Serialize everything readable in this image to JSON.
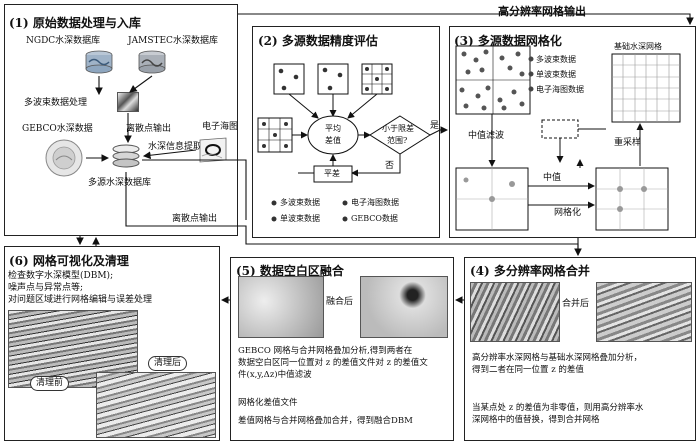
{
  "top_label": "高分辨率网格输出",
  "panel1": {
    "title": "(1) 原始数据处理与入库",
    "ngdc": "NGDC水深数据库",
    "jamstec": "JAMSTEC水深数据库",
    "multibeam_proc": "多波束数据处理",
    "gebco": "GEBCO水深数据",
    "discrete_out": "离散点输出",
    "e_chart": "电子海图",
    "depth_extract": "水深信息提取",
    "db": "多源水深数据库",
    "discrete_out2": "离散点输出"
  },
  "panel2": {
    "title": "(2) 多源数据精度评估",
    "avg_diff": [
      "平均",
      "差值"
    ],
    "threshold": [
      "小于限差",
      "范围?"
    ],
    "yes": "是",
    "no": "否",
    "adjust": "平差",
    "legend": [
      "多波束数据",
      "电子海图数据",
      "单波束数据",
      "GEBCO数据"
    ]
  },
  "panel3": {
    "title": "(3) 多源数据网格化",
    "legend": [
      "多波束数据",
      "单波束数据",
      "电子海图数据"
    ],
    "base_grid": "基础水深网格",
    "median_filter": "中值滤波",
    "filter": "滤波",
    "resample": "重采样",
    "median": "中值",
    "gridding": "网格化"
  },
  "panel4": {
    "title": "(4) 多分辨率网格合并",
    "merged": "合并后",
    "text": [
      "高分辨率水深网格与基础水深网格叠加分析，",
      "得到二者在同一位置 z 的差值"
    ],
    "text2": [
      "当某点处 z 的差值为非零值，则用高分辨率水",
      "深网格中的值替换，得到合并网格"
    ]
  },
  "panel5": {
    "title": "(5) 数据空白区融合",
    "merged": "融合后",
    "text": [
      "GEBCO 网格与合并网格叠加分析,得到两者在",
      "数据空白区同一位置对 z 的差值文件对 z 的差值文",
      "件(x,y,Δz)中值滤波"
    ],
    "text2": "网格化差值文件",
    "text3": "差值网格与合并网格叠加合并，得到融合DBM"
  },
  "panel6": {
    "title": "(6) 网格可视化及清理",
    "lines": [
      "检查数字水深模型(DBM);",
      "噪声点与异常点等;",
      "对问题区域进行网格编辑与误差处理"
    ],
    "before": "清理前",
    "after": "清理后"
  }
}
